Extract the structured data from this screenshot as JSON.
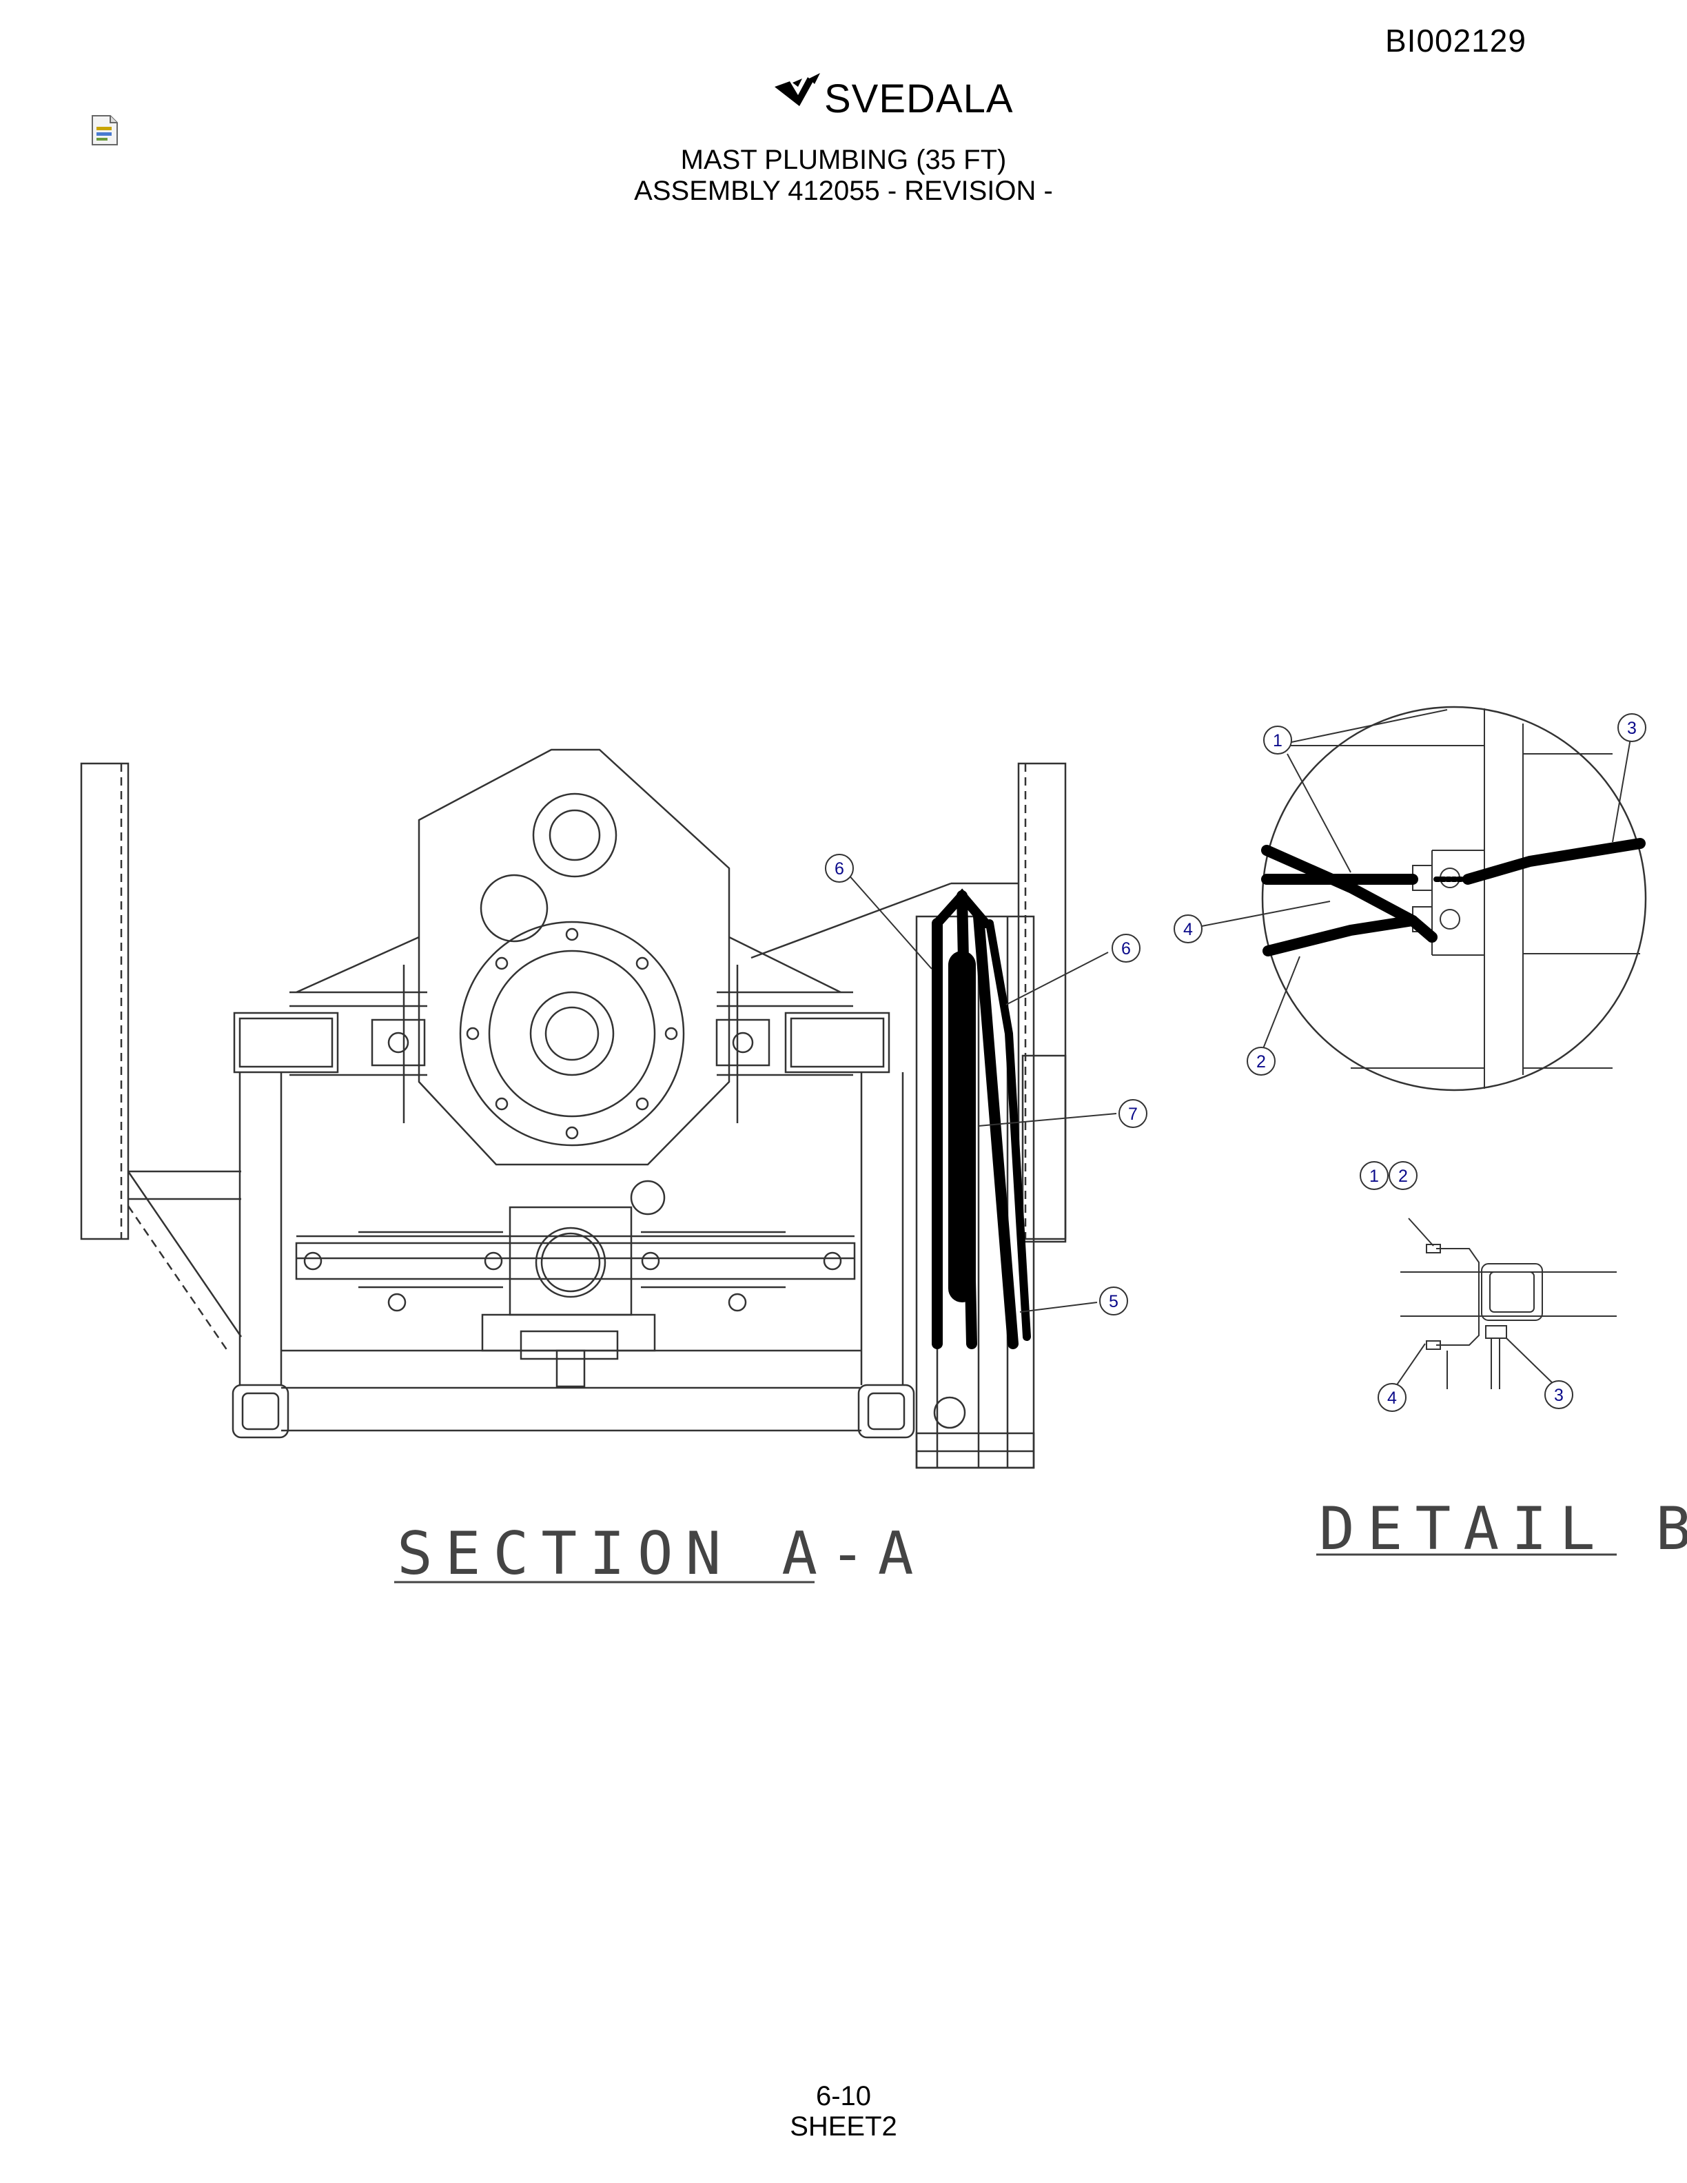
{
  "header": {
    "doc_id": "BI002129",
    "logo_text": "SVEDALA",
    "title_line1": "MAST PLUMBING (35 FT)",
    "title_line2": "ASSEMBLY 412055 - REVISION -"
  },
  "icons": {
    "file": "document-icon",
    "logo": "svedala-logo-icon"
  },
  "views": {
    "section": "SECTION A-A",
    "detail": "DETAIL B"
  },
  "balloons": {
    "section_6a": "6",
    "section_6b": "6",
    "section_7": "7",
    "section_5": "5",
    "detail_1": "1",
    "detail_3": "3",
    "detail_4": "4",
    "detail_2": "2",
    "small_1": "1",
    "small_2": "2",
    "small_4": "4",
    "small_3": "3"
  },
  "footer": {
    "page": "6-10",
    "sheet": "SHEET2"
  }
}
